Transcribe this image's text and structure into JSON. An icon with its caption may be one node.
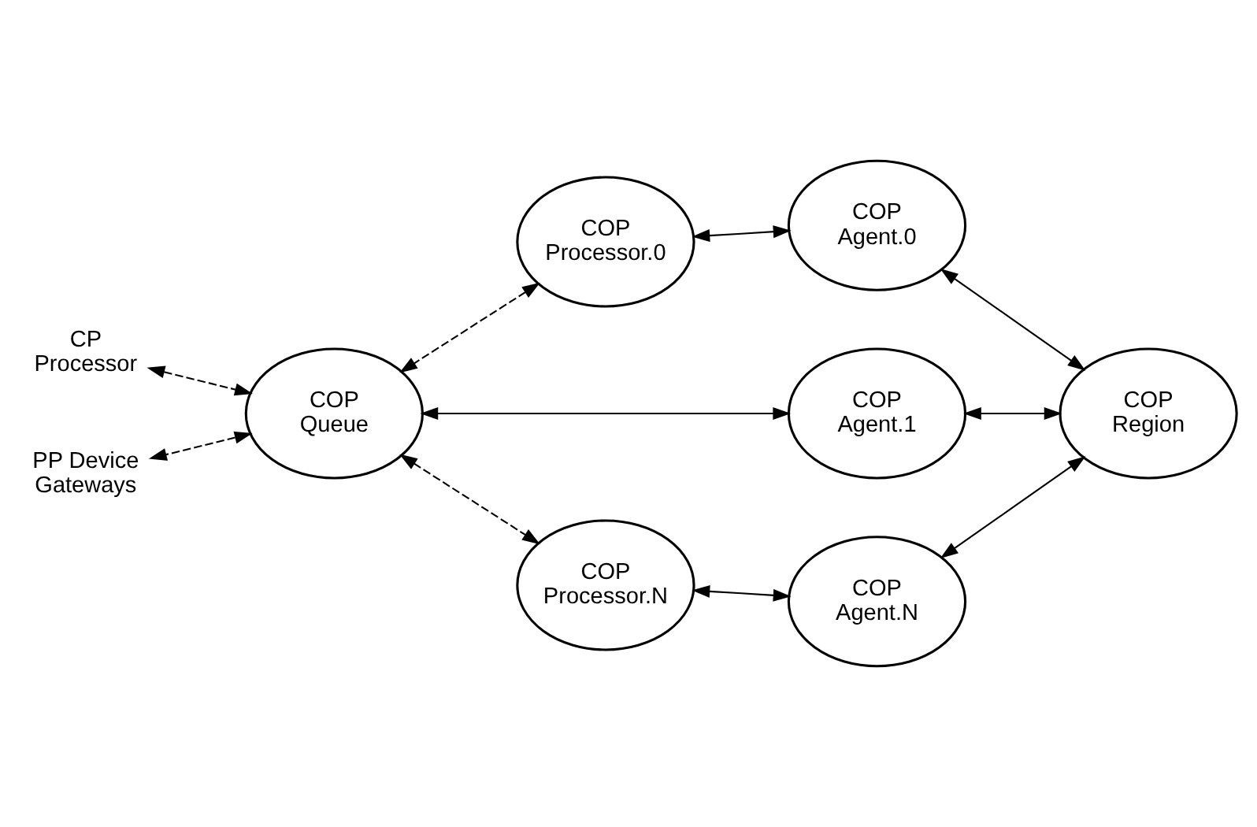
{
  "diagram": {
    "nodes": [
      {
        "text": [
          "CP Processor"
        ]
      },
      {
        "text": [
          "COP Processor.0"
        ]
      },
      {
        "text": [
          "COP Agent.0"
        ]
      },
      {
        "text": [
          "COP Queue"
        ]
      },
      {
        "text": [
          "COP Agent.1"
        ]
      },
      {
        "text": [
          "COP Region"
        ]
      },
      {
        "text": [
          "PP Device Gateways"
        ]
      },
      {
        "text": [
          "COP Processor.N"
        ]
      },
      {
        "text": [
          "COP Agent.N"
        ]
      }
    ],
    "edges": [
      {
        "from": 1,
        "to": 2,
        "arrow": "both"
      },
      {
        "from": 0,
        "to": 3,
        "arrow": "both",
        "style": "dashed"
      },
      {
        "from": 1,
        "to": 3,
        "arrow": "both",
        "style": "dashed"
      },
      {
        "from": 2,
        "to": 5,
        "arrow": "both"
      },
      {
        "from": 3,
        "to": 4,
        "arrow": "both"
      },
      {
        "from": 4,
        "to": 5,
        "arrow": "both"
      },
      {
        "from": 3,
        "to": 6,
        "arrow": "both",
        "style": "dashed"
      },
      {
        "from": 3,
        "to": 7,
        "arrow": "both",
        "style": "dashed"
      },
      {
        "from": 8,
        "to": 5,
        "arrow": "both"
      },
      {
        "from": 7,
        "to": 8,
        "arrow": "both"
      }
    ]
  }
}
